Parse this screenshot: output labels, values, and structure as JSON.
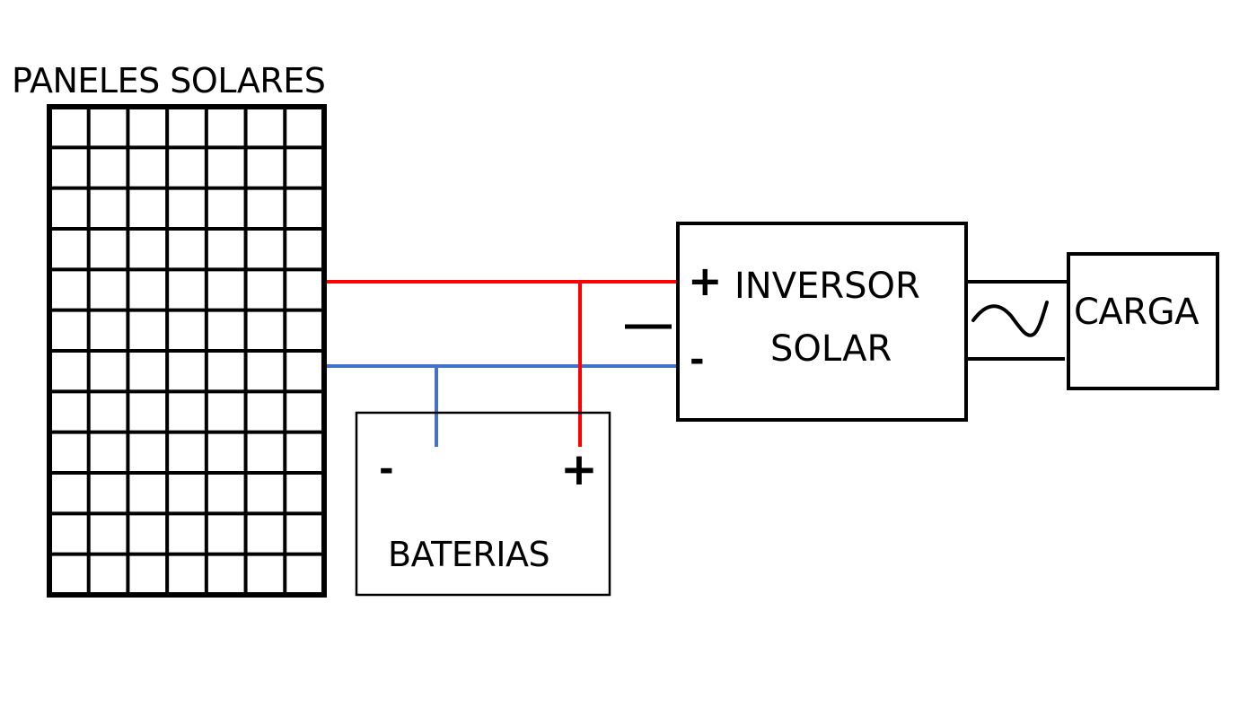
{
  "diagram": {
    "solar_panels": {
      "label": "PANELES SOLARES",
      "grid_columns": 7,
      "grid_rows": 12
    },
    "battery": {
      "label": "BATERIAS",
      "negative_terminal": "-",
      "positive_terminal": "+"
    },
    "inverter": {
      "label_line1": "INVERSOR",
      "label_line2": "SOLAR",
      "positive_terminal": "+",
      "negative_terminal": "-",
      "input_symbol": "dc-line-icon",
      "output_symbol": "ac-sine-icon"
    },
    "load": {
      "label": "CARGA"
    },
    "wires": {
      "positive_color": "#ff0000",
      "negative_color": "#4472c4",
      "ac_color": "#000000"
    }
  }
}
